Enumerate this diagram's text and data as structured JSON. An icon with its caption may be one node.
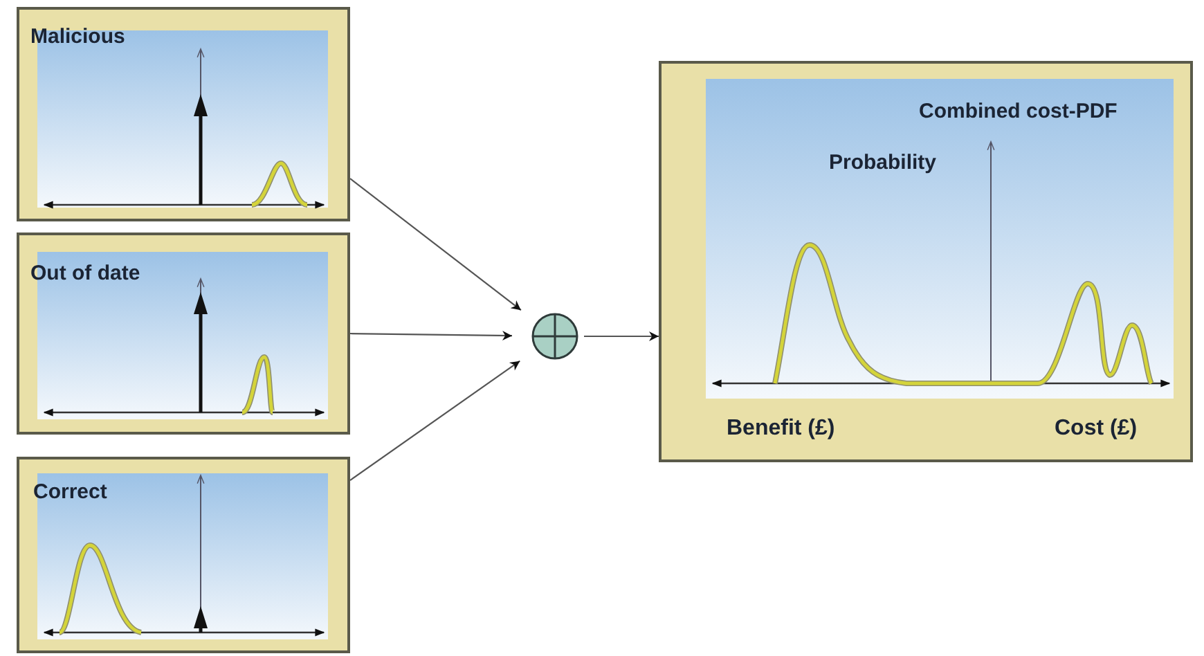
{
  "diagram": {
    "nodes": [
      {
        "text": [
          "Malicious"
        ]
      },
      {
        "text": [
          "Out of date"
        ]
      },
      {
        "text": [
          "Correct"
        ]
      },
      {
        "text": [],
        "shape": "circle"
      },
      {
        "text": [
          "Combined cost-PDF",
          "Probability",
          "Benefit (£)",
          "Cost (£)"
        ]
      }
    ],
    "edges": [
      {
        "from": 0,
        "to": 3,
        "arrow": "to"
      },
      {
        "from": 1,
        "to": 3,
        "arrow": "to"
      },
      {
        "from": 2,
        "to": 3,
        "arrow": "to"
      },
      {
        "from": 3,
        "to": 4,
        "arrow": "to"
      }
    ]
  }
}
